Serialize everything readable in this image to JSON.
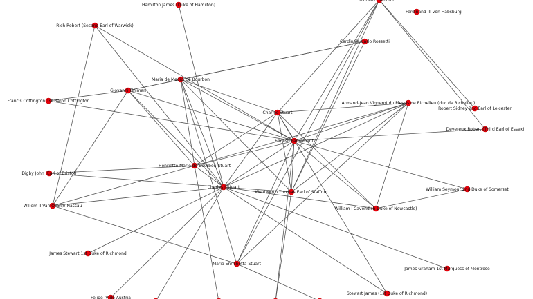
{
  "graph": {
    "node_color": "#e8000b",
    "edge_color": "#555555",
    "nodes": [
      {
        "id": "hamilton",
        "label": "Hamilton James (Duke of Hamilton)"
      },
      {
        "id": "richrobert",
        "label": "Rich Robert (Second Earl of Warwick)"
      },
      {
        "id": "ferdinand",
        "label": "Ferdinand III von Habsburg"
      },
      {
        "id": "topright",
        "label": "Richard Hamilton..."
      },
      {
        "id": "cardinal",
        "label": "Cardinale Carlo Rossetti"
      },
      {
        "id": "mariamedici",
        "label": "Maria de Medici de Bourbon"
      },
      {
        "id": "giovanni",
        "label": "Giovanni Finiman"
      },
      {
        "id": "cottington",
        "label": "Francis Cottington 1st Baron Cottington"
      },
      {
        "id": "charlesstuart",
        "label": "Charles Stuart"
      },
      {
        "id": "richelieu",
        "label": "Armand-Jean Vignerot du Plessis de Richelieu (duc de Richelieu)"
      },
      {
        "id": "sidney",
        "label": "Robert Sidney 2nd Earl of Leicester"
      },
      {
        "id": "essex",
        "label": "Devereux Robert (Third Earl of Essex)"
      },
      {
        "id": "parliament",
        "label": "English Parliament"
      },
      {
        "id": "henrietta",
        "label": "Henriette Marie de Bourbon-Stuart"
      },
      {
        "id": "digby",
        "label": "Digby John (Earl of Bristol)"
      },
      {
        "id": "charlesI",
        "label": "Charles I Stuart"
      },
      {
        "id": "wentworth",
        "label": "Wentworth Thomas Earl of Stafford"
      },
      {
        "id": "seymour",
        "label": "William Seymour 2nd Duke of Somerset"
      },
      {
        "id": "willem",
        "label": "Willem II Van Oranje-Nassau"
      },
      {
        "id": "cavendish",
        "label": "William I Cavendish Duke of Newcastle)"
      },
      {
        "id": "jamesstewart",
        "label": "James Stewart 1st Duke of Richmond"
      },
      {
        "id": "mariaenr",
        "label": "Maria Enrichetta Stuart"
      },
      {
        "id": "montrose",
        "label": "James Graham 1st Marquess of Montrose"
      },
      {
        "id": "stewartjames",
        "label": "Stewart James (1st Duke of Richmond)"
      },
      {
        "id": "felipe",
        "label": "Felipe IV de Austria"
      },
      {
        "id": "btm1",
        "label": ""
      },
      {
        "id": "btm2",
        "label": ""
      },
      {
        "id": "btm3",
        "label": ""
      },
      {
        "id": "btm4",
        "label": ""
      }
    ],
    "edges": [
      [
        "charlesI",
        "parliament"
      ],
      [
        "charlesI",
        "henrietta"
      ],
      [
        "charlesI",
        "charlesstuart"
      ],
      [
        "charlesI",
        "digby"
      ],
      [
        "charlesI",
        "willem"
      ],
      [
        "charlesI",
        "mariamedici"
      ],
      [
        "charlesI",
        "giovanni"
      ],
      [
        "charlesI",
        "richrobert"
      ],
      [
        "charlesI",
        "cavendish"
      ],
      [
        "charlesI",
        "montrose"
      ],
      [
        "charlesI",
        "stewartjames"
      ],
      [
        "charlesI",
        "jamesstewart"
      ],
      [
        "charlesI",
        "richelieu"
      ],
      [
        "charlesI",
        "wentworth"
      ],
      [
        "charlesI",
        "hamilton"
      ],
      [
        "charlesI",
        "btm1"
      ],
      [
        "parliament",
        "essex"
      ],
      [
        "parliament",
        "cottington"
      ],
      [
        "parliament",
        "charlesstuart"
      ],
      [
        "parliament",
        "mariamedici"
      ],
      [
        "parliament",
        "giovanni"
      ],
      [
        "parliament",
        "richelieu"
      ],
      [
        "parliament",
        "henrietta"
      ],
      [
        "parliament",
        "cavendish"
      ],
      [
        "parliament",
        "seymour"
      ],
      [
        "parliament",
        "topright"
      ],
      [
        "parliament",
        "wentworth"
      ],
      [
        "parliament",
        "richrobert"
      ],
      [
        "parliament",
        "mariaenr"
      ],
      [
        "parliament",
        "btm3"
      ],
      [
        "charlesstuart",
        "mariamedici"
      ],
      [
        "charlesstuart",
        "henrietta"
      ],
      [
        "charlesstuart",
        "cavendish"
      ],
      [
        "charlesstuart",
        "richelieu"
      ],
      [
        "charlesstuart",
        "wentworth"
      ],
      [
        "charlesstuart",
        "topright"
      ],
      [
        "charlesstuart",
        "stewartjames"
      ],
      [
        "henrietta",
        "mariamedici"
      ],
      [
        "henrietta",
        "giovanni"
      ],
      [
        "henrietta",
        "willem"
      ],
      [
        "henrietta",
        "digby"
      ],
      [
        "henrietta",
        "richelieu"
      ],
      [
        "henrietta",
        "btm2"
      ],
      [
        "mariamedici",
        "cardinal"
      ],
      [
        "mariamedici",
        "mariaenr"
      ],
      [
        "mariamedici",
        "giovanni"
      ],
      [
        "mariamedici",
        "wentworth"
      ],
      [
        "giovanni",
        "cardinal"
      ],
      [
        "giovanni",
        "willem"
      ],
      [
        "giovanni",
        "cottington"
      ],
      [
        "willem",
        "mariaenr"
      ],
      [
        "willem",
        "richrobert"
      ],
      [
        "wentworth",
        "richelieu"
      ],
      [
        "wentworth",
        "topright"
      ],
      [
        "wentworth",
        "cardinal"
      ],
      [
        "cavendish",
        "seymour"
      ],
      [
        "cavendish",
        "richelieu"
      ],
      [
        "topright",
        "essex"
      ],
      [
        "topright",
        "sidney"
      ],
      [
        "topright",
        "mariaenr"
      ],
      [
        "richelieu",
        "mariaenr"
      ],
      [
        "mariaenr",
        "btm4"
      ],
      [
        "wentworth",
        "btm3"
      ],
      [
        "charlesI",
        "felipe"
      ]
    ]
  }
}
